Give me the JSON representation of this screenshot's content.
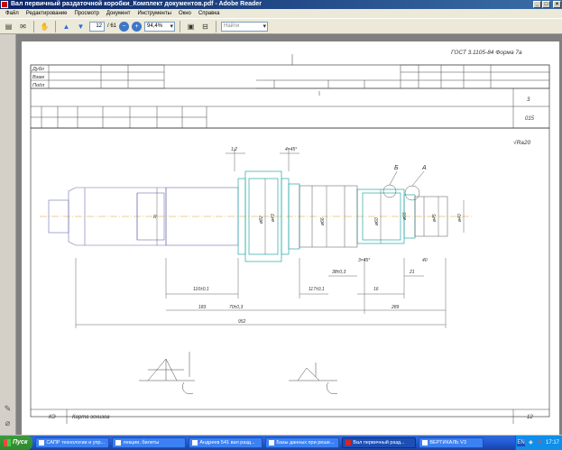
{
  "window": {
    "title": "Вал первичный раздаточной коробки_Комплект документов.pdf - Adobe Reader"
  },
  "menu": [
    "Файл",
    "Редактирование",
    "Просмотр",
    "Документ",
    "Инструменты",
    "Окно",
    "Справка"
  ],
  "toolbar": {
    "page_current": "12",
    "page_total": "/ 61",
    "zoom": "94,4%",
    "search_placeholder": "Найти"
  },
  "drawing": {
    "gost_header": "ГОСТ 3.1105-84   Форма 7а",
    "row_labels": [
      "Дубл",
      "Взам",
      "Подл"
    ],
    "sheet_number": "3",
    "operation_code": "015",
    "roughness": "√Ra20",
    "bottom_left_code": "КЭ",
    "bottom_title": "Карта эскизов",
    "bottom_sheet": "12",
    "callouts": [
      "Б",
      "А"
    ],
    "dims": [
      "ø60",
      "ø43",
      "ø66",
      "ø82",
      "ø55",
      "ø45",
      "ø40",
      "R",
      "116±0,1",
      "117±0,1",
      "38±0,3",
      "16",
      "21",
      "1,2",
      "4×45°",
      "3×45°",
      "70±0,3",
      "952",
      "183",
      "289",
      "40"
    ]
  },
  "taskbar": {
    "start_label": "Пуск",
    "tasks": [
      "САПР технологии и упр...",
      "лекции, билеты",
      "Андреев 541 вал разд...",
      "Базы данных при реше...",
      "Вал первичный разд...",
      "ВЕРТИКАЛЬ V3"
    ],
    "clock": "17:17",
    "lang": "EN"
  }
}
